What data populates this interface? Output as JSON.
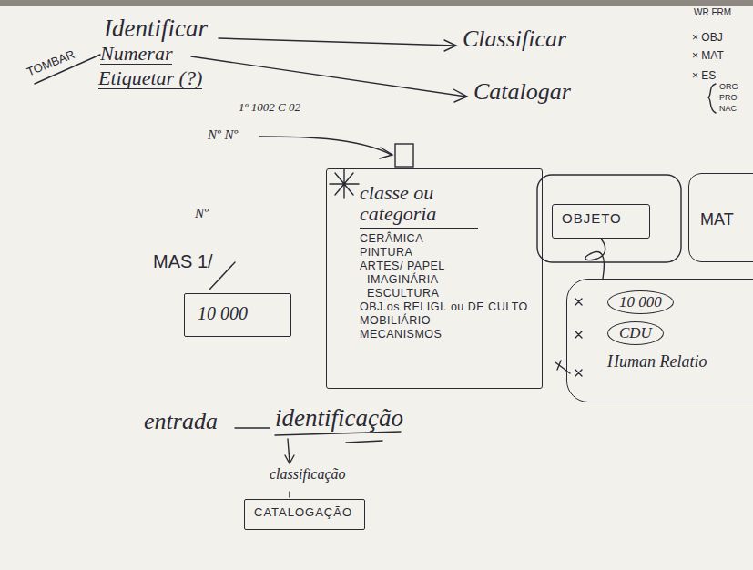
{
  "diagram": {
    "nodes": [
      {
        "text": [
          "classe ou categoria",
          "CERÂMICA",
          "PINTURA",
          "ARTES/ PAPEL",
          "IMAGINÁRIA",
          "ESCULTURA",
          "OBJ.os RELIGI. ou DE CULTO",
          "MOBILIÁRIO",
          "MECANISMOS"
        ]
      },
      {
        "text": [
          "OBJETO"
        ]
      },
      {
        "text": [
          "MAT"
        ]
      },
      {
        "text": [
          "10 000",
          "CDU",
          "Human Relatio"
        ]
      },
      {
        "text": [
          "10 000"
        ]
      },
      {
        "text": [
          "CATALOGAÇÃO"
        ]
      }
    ],
    "edges": [
      {
        "from": 1,
        "to": 3,
        "arrow": "none"
      }
    ],
    "labels": [
      "WR FRM",
      "TOMBAR",
      "Identificar",
      "Numerar",
      "Etiquetar (?)",
      "Classificar",
      "Catalogar",
      "1º 1002 C 02",
      "Nº Nº",
      "Nº",
      "MAS 1/",
      "entrada",
      "identificação",
      "classificação",
      "× OBJ",
      "× MAT",
      "× ES",
      "ORG",
      "PRO",
      "NAC"
    ]
  }
}
